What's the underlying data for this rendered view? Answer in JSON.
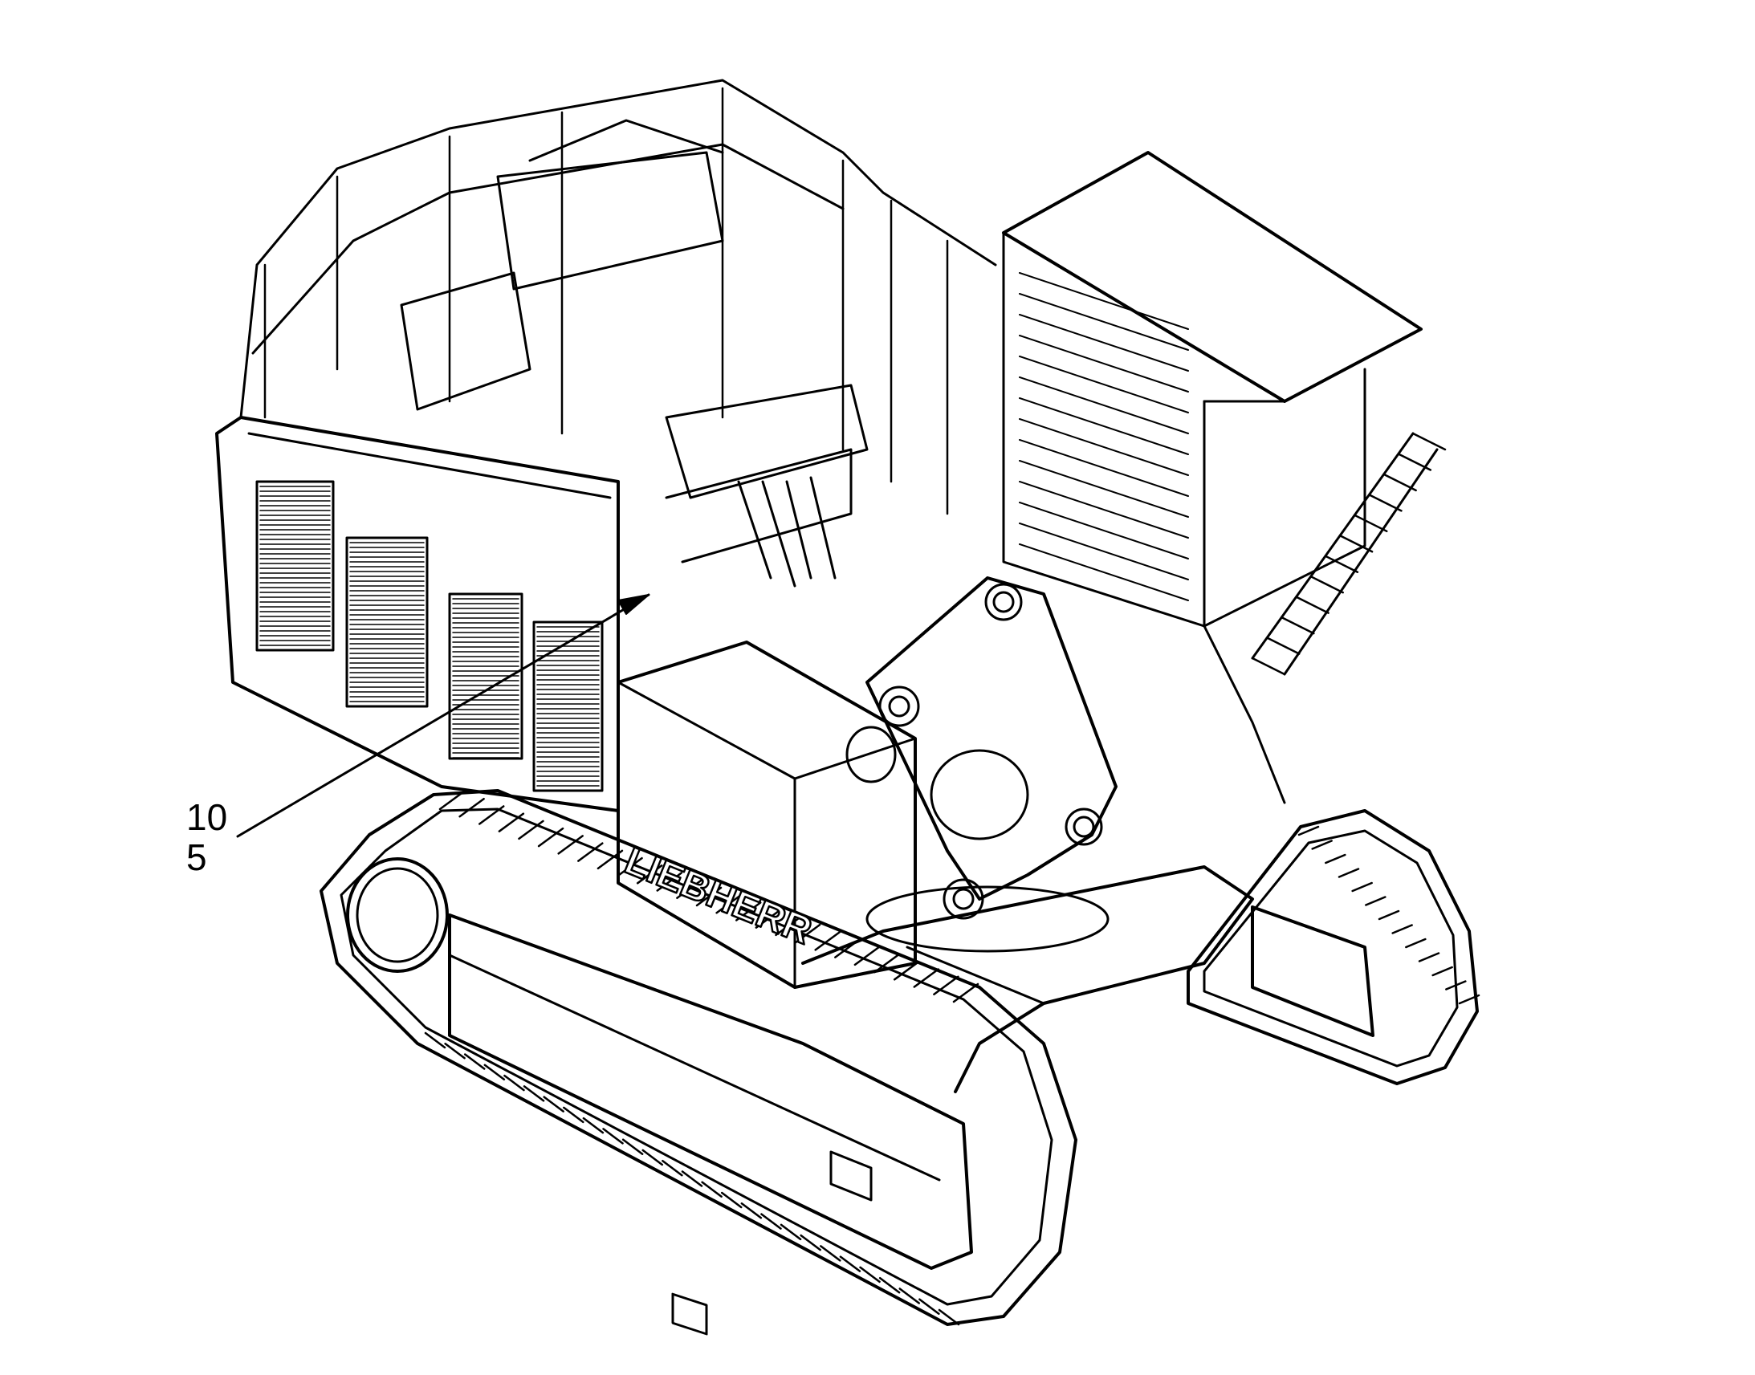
{
  "callout": {
    "lines": [
      "10",
      "5"
    ]
  },
  "brand_text": "LIEBHERR",
  "colors": {
    "line": "#000000",
    "background": "#ffffff"
  }
}
